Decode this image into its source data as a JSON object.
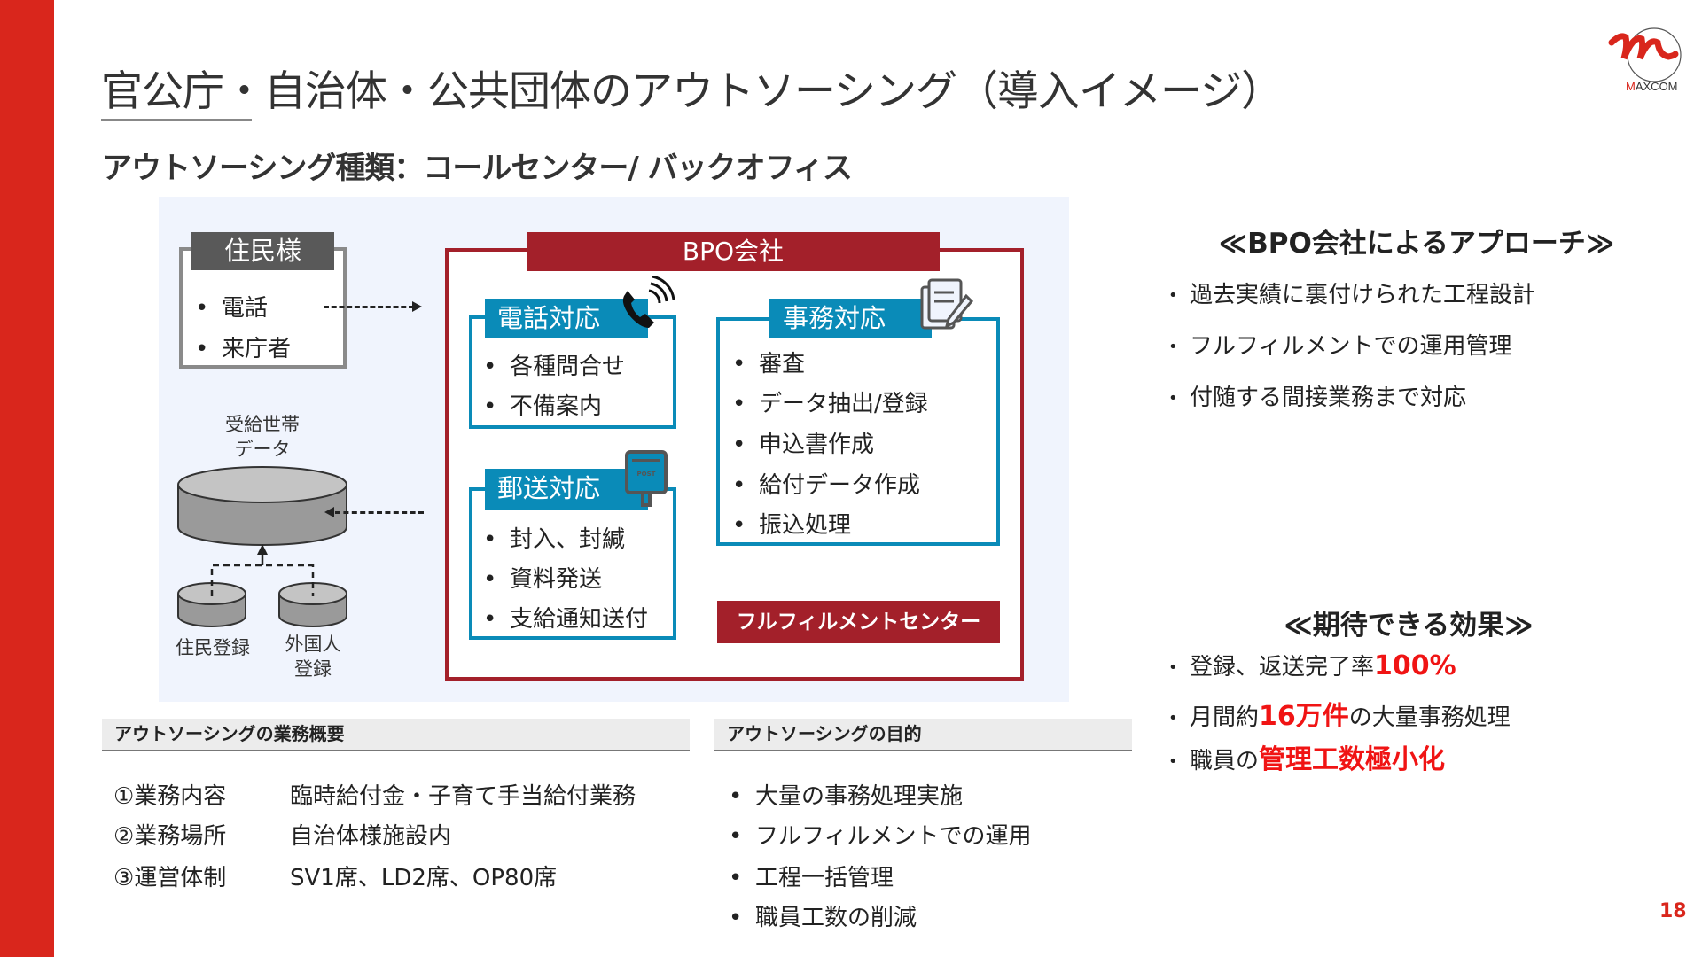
{
  "header": {
    "title": "官公庁・自治体・公共団体のアウトソーシング（導入イメージ）",
    "subtitle": "アウトソーシング種類：コールセンター/ バックオフィス",
    "logo_text": "MAXCOM"
  },
  "diagram": {
    "resident": {
      "title": "住民様",
      "items": [
        "電話",
        "来庁者"
      ]
    },
    "db": {
      "label_line1": "受給世帯",
      "label_line2": "データ",
      "sources": [
        {
          "label": "住民登録"
        },
        {
          "line1": "外国人",
          "line2": "登録"
        }
      ]
    },
    "bpo": {
      "title": "BPO会社",
      "phone": {
        "title": "電話対応",
        "items": [
          "各種問合せ",
          "不備案内"
        ]
      },
      "mail": {
        "title": "郵送対応",
        "items": [
          "封入、封緘",
          "資料発送",
          "支給通知送付"
        ],
        "post_icon_text": "POST"
      },
      "office": {
        "title": "事務対応",
        "items": [
          "審査",
          "データ抽出/登録",
          "申込書作成",
          "給付データ作成",
          "振込処理"
        ]
      },
      "fulfillment_button": "フルフィルメントセンター"
    }
  },
  "overview": {
    "header": "アウトソーシングの業務概要",
    "rows": [
      {
        "label": "①業務内容",
        "value": "臨時給付金・子育て手当給付業務"
      },
      {
        "label": "②業務場所",
        "value": "自治体様施設内"
      },
      {
        "label": "③運営体制",
        "value": "SV1席、LD2席、OP80席"
      }
    ]
  },
  "purpose": {
    "header": "アウトソーシングの目的",
    "items": [
      "大量の事務処理実施",
      "フルフィルメントでの運用",
      "工程一括管理",
      "職員工数の削減"
    ]
  },
  "approach": {
    "title": "≪BPO会社によるアプローチ≫",
    "items": [
      "過去実績に裏付けられた工程設計",
      "フルフィルメントでの運用管理",
      "付随する間接業務まで対応"
    ]
  },
  "effects": {
    "title": "≪期待できる効果≫",
    "items": [
      {
        "pre": "登録、返送完了率",
        "hl": "100%",
        "post": ""
      },
      {
        "pre": "月間約",
        "hl": "16万件",
        "post": "の大量事務処理"
      },
      {
        "pre": "職員の",
        "hl": "管理工数極小化",
        "post": ""
      }
    ]
  },
  "page_number": "18",
  "colors": {
    "accent_red": "#d9261c",
    "bpo_red": "#a3202a",
    "teal": "#0a8bb8",
    "highlight": "#f01414"
  }
}
